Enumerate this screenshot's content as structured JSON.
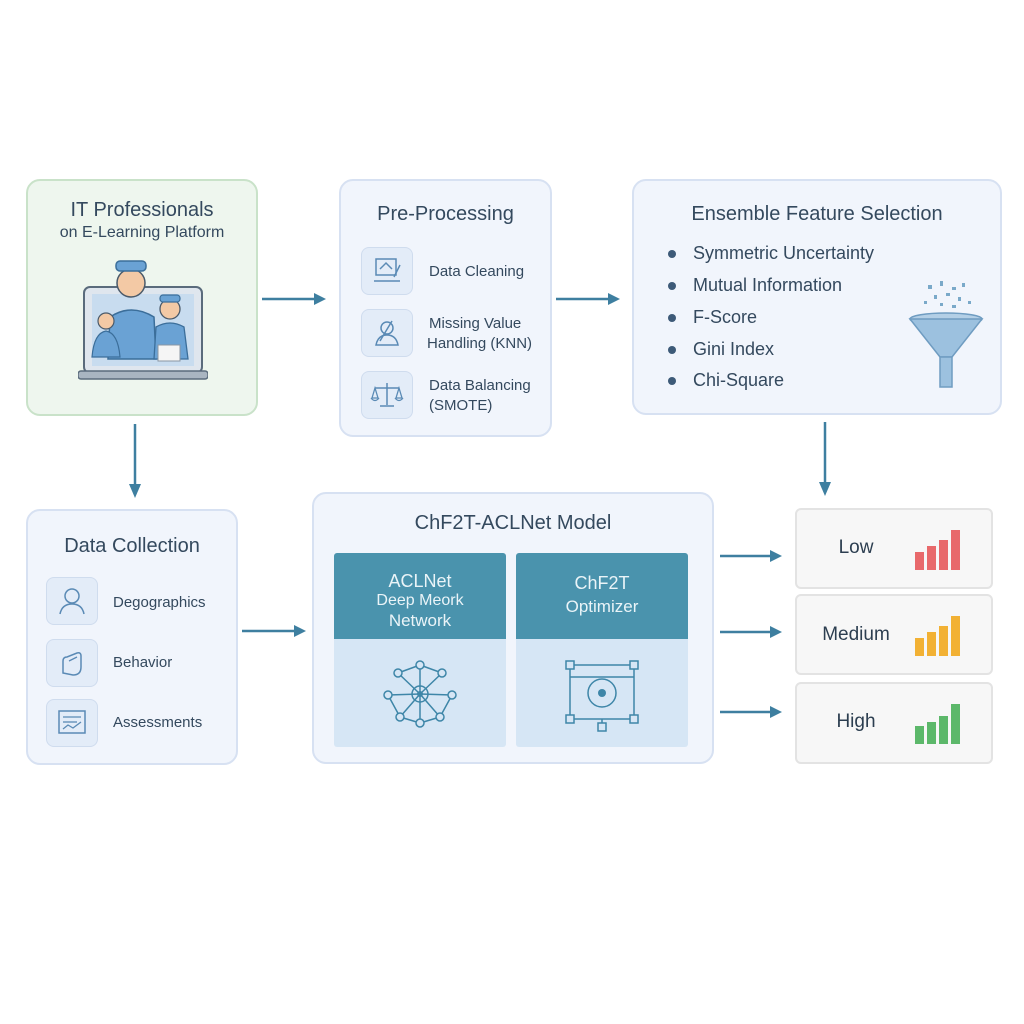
{
  "it_professionals": {
    "title": "IT Professionals",
    "subtitle": "on E-Learning Platform"
  },
  "pre_processing": {
    "title": "Pre-Processing",
    "items": [
      {
        "line1": "Data Cleaning",
        "line2": "",
        "icon": "data-cleaning-icon"
      },
      {
        "line1": "Missing Value",
        "line2": "Handling (KNN)",
        "icon": "missing-value-icon"
      },
      {
        "line1": "Data Balancing",
        "line2": "(SMOTE)",
        "icon": "balance-scale-icon"
      }
    ]
  },
  "ensemble": {
    "title": "Ensemble Feature Selection",
    "items": [
      "Symmetric Uncertainty",
      "Mutual Information",
      "F-Score",
      "Gini Index",
      "Chi-Square"
    ]
  },
  "data_collection": {
    "title": "Data Collection",
    "items": [
      {
        "label": "Degographics",
        "icon": "user-profile-icon"
      },
      {
        "label": "Behavior",
        "icon": "hand-pointer-icon"
      },
      {
        "label": "Assessments",
        "icon": "assessment-chart-icon"
      }
    ]
  },
  "model": {
    "title": "ChF2T-ACLNet Model",
    "aclnet": {
      "line1": "ACLNet",
      "line2": "Deep Meork",
      "line3": "Network"
    },
    "optimizer": {
      "line1": "ChF2T",
      "line2": "Optimizer"
    }
  },
  "outputs": [
    {
      "label": "Low",
      "color": "#e8696b",
      "levels": [
        0.45,
        0.6,
        0.75,
        1.0
      ]
    },
    {
      "label": "Medium",
      "color": "#f2b134",
      "levels": [
        0.45,
        0.6,
        0.75,
        1.0
      ]
    },
    {
      "label": "High",
      "color": "#5cb86a",
      "levels": [
        0.45,
        0.55,
        0.7,
        1.0
      ]
    }
  ],
  "colors": {
    "accent": "#4a93ad",
    "arrow": "#3e7fa0"
  }
}
